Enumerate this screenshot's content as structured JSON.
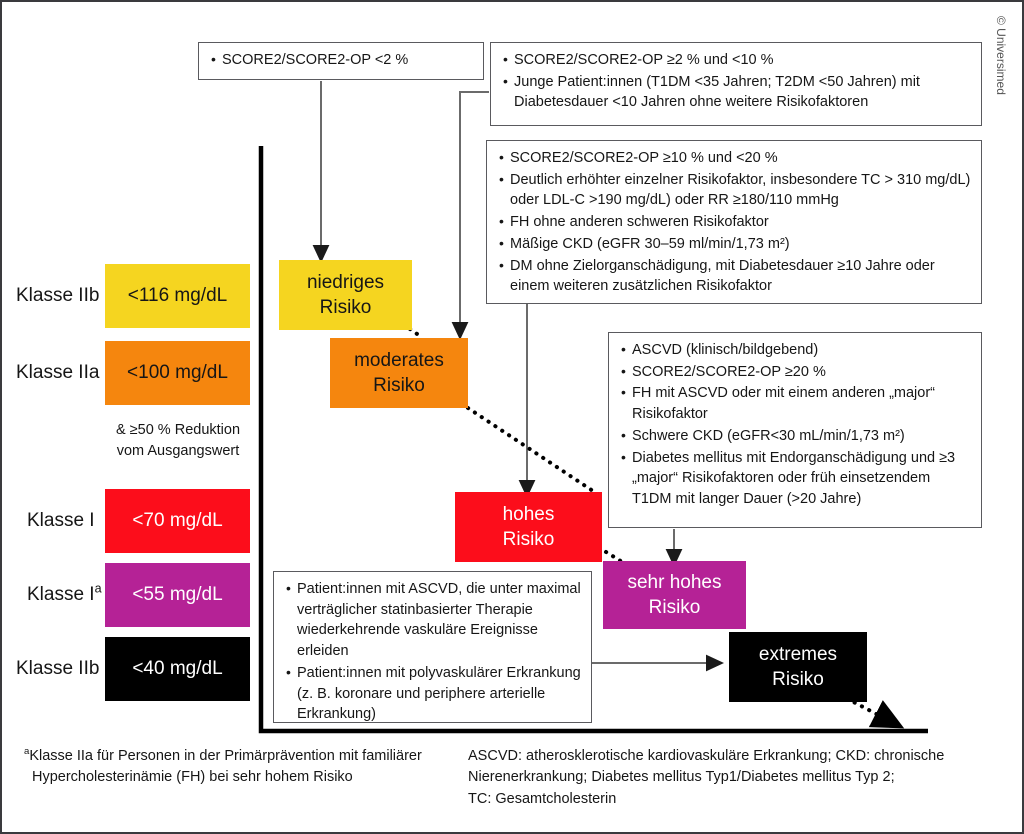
{
  "figure": {
    "copyright": "© Universimed"
  },
  "criteria_boxes": [
    {
      "id": "low-risk-criteria",
      "lines": [
        "SCORE2/SCORE2-OP <2 %"
      ]
    },
    {
      "id": "moderate-risk-criteria",
      "lines": [
        "SCORE2/SCORE2-OP ≥2 % und <10 %",
        "Junge Patient:innen (T1DM <35 Jahren; T2DM <50 Jahren) mit Diabetesdauer <10 Jahren ohne weitere Risikofaktoren"
      ]
    },
    {
      "id": "high-risk-criteria",
      "lines": [
        "SCORE2/SCORE2-OP ≥10 % und <20 %",
        "Deutlich erhöhter einzelner Risikofaktor, insbesondere TC > 310 mg/dL) oder LDL-C >190 mg/dL) oder RR ≥180/110 mmHg",
        "FH ohne anderen schweren Risikofaktor",
        "Mäßige CKD (eGFR 30–59 ml/min/1,73 m²)",
        "DM ohne Zielorganschädigung, mit Diabetesdauer ≥10 Jahre oder einem weiteren zusätzlichen Risikofaktor"
      ]
    },
    {
      "id": "very-high-risk-criteria",
      "lines": [
        "ASCVD (klinisch/bildgebend)",
        "SCORE2/SCORE2-OP ≥20 %",
        "FH mit ASCVD oder mit einem anderen „major“ Risikofaktor",
        "Schwere CKD (eGFR<30 mL/min/1,73 m²)",
        "Diabetes mellitus mit Endorganschädigung und ≥3 „major“ Risikofaktoren oder früh einsetzendem T1DM mit langer Dauer (>20 Jahre)"
      ]
    },
    {
      "id": "extreme-risk-criteria",
      "lines": [
        "Patient:innen mit ASCVD, die unter maximal verträglicher statinbasierter Therapie wiederkehrende vaskuläre Ereignisse erleiden",
        "Patient:innen mit polyvaskulärer Erkrankung (z. B. koronare und periphere arterielle Erkrankung)"
      ]
    }
  ],
  "risk_levels": [
    {
      "id": "niedriges-risiko",
      "line1": "niedriges",
      "line2": "Risiko",
      "color": "#F5D520",
      "text_color": "#161616"
    },
    {
      "id": "moderates-risiko",
      "line1": "moderates",
      "line2": "Risiko",
      "color": "#F5860E",
      "text_color": "#161616"
    },
    {
      "id": "hohes-risiko",
      "line1": "hohes",
      "line2": "Risiko",
      "color": "#FC0D1B",
      "text_color": "#ffffff"
    },
    {
      "id": "sehr-hohes-risiko",
      "line1": "sehr hohes",
      "line2": "Risiko",
      "color": "#B52296",
      "text_color": "#ffffff"
    },
    {
      "id": "extremes-risiko",
      "line1": "extremes",
      "line2": "Risiko",
      "color": "#000000",
      "text_color": "#ffffff"
    }
  ],
  "ldl_targets": [
    {
      "id": "ldl-116",
      "klasse": "Klasse IIb",
      "klasse_sup": "",
      "value": "<116 mg/dL",
      "color": "#F5D520",
      "text_color": "#161616"
    },
    {
      "id": "ldl-100",
      "klasse": "Klasse IIa",
      "klasse_sup": "",
      "value": "<100 mg/dL",
      "color": "#F5860E",
      "text_color": "#161616"
    },
    {
      "id": "ldl-70",
      "klasse": "Klasse I",
      "klasse_sup": "",
      "value": "<70 mg/dL",
      "color": "#FC0D1B",
      "text_color": "#ffffff"
    },
    {
      "id": "ldl-55",
      "klasse": "Klasse I",
      "klasse_sup": "a",
      "value": "<55 mg/dL",
      "color": "#B52296",
      "text_color": "#ffffff"
    },
    {
      "id": "ldl-40",
      "klasse": "Klasse IIb",
      "klasse_sup": "",
      "value": "<40 mg/dL",
      "color": "#000000",
      "text_color": "#ffffff"
    }
  ],
  "reduction_note": {
    "line1": "& ≥50 % Reduktion",
    "line2": "vom Ausgangswert"
  },
  "footnotes": {
    "left_sup": "a",
    "left_line1": "Klasse IIa für Personen in der Primärprävention mit familiärer",
    "left_line2": "Hypercholesterinämie (FH) bei sehr hohem Risiko",
    "right_line1": "ASCVD: atherosklerotische kardiovaskuläre Erkrankung; CKD: chronische",
    "right_line2": "Nierenerkrankung; Diabetes mellitus Typ1/Diabetes mellitus Typ 2;",
    "right_line3": "TC: Gesamtcholesterin"
  }
}
